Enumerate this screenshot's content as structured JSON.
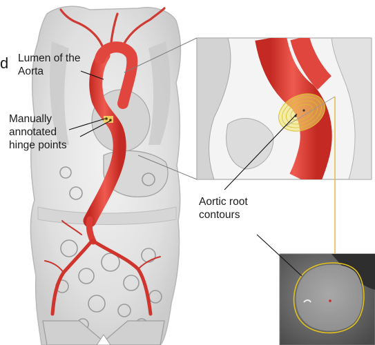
{
  "fragment_letter": "d",
  "labels": {
    "lumen": [
      "Lumen of the",
      "Aorta"
    ],
    "hinge": [
      "Manually",
      "annotated",
      "hinge points"
    ],
    "root": [
      "Aortic root",
      "contours"
    ]
  },
  "colors": {
    "aorta": "#e0463e",
    "aorta_dark": "#b8231d",
    "annotation_yellow": "#f2e36a",
    "contour_yellow": "#e2c21c",
    "connector_line": "#e0b53a",
    "ct_background": "#5c5c5c",
    "body_shadow": "#bdbdbd"
  },
  "icons": [
    "full-body-ct-rendering",
    "aortic-root-zoom-panel",
    "ct-cross-section-inset"
  ]
}
